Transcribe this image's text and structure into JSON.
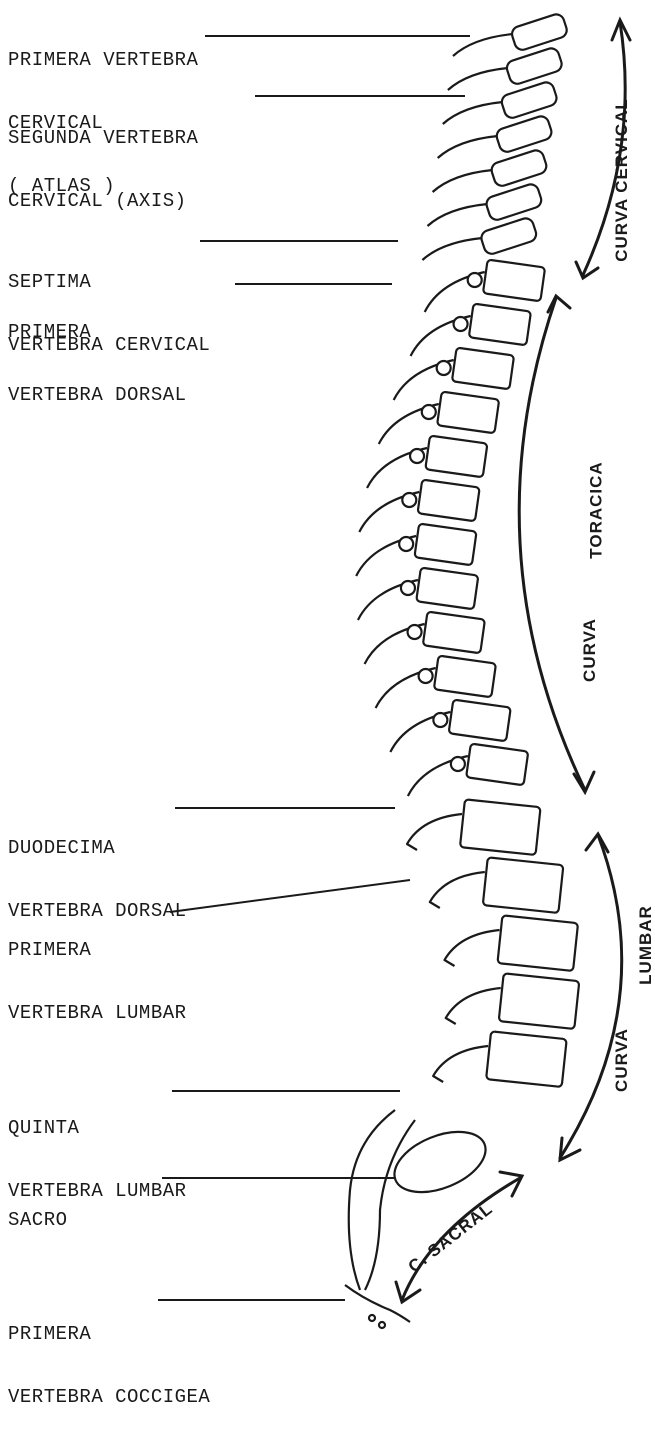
{
  "labels": [
    {
      "id": "atlas",
      "lines": [
        "PRIMERA VERTEBRA",
        "CERVICAL",
        "( ATLAS )"
      ]
    },
    {
      "id": "axis",
      "lines": [
        "SEGUNDA VERTEBRA",
        "CERVICAL (AXIS)"
      ]
    },
    {
      "id": "c7",
      "lines": [
        "SEPTIMA",
        "VERTEBRA CERVICAL"
      ]
    },
    {
      "id": "t1",
      "lines": [
        "PRIMERA",
        "VERTEBRA DORSAL"
      ]
    },
    {
      "id": "t12",
      "lines": [
        "DUODECIMA",
        "VERTEBRA DORSAL"
      ]
    },
    {
      "id": "l1",
      "lines": [
        "PRIMERA",
        "VERTEBRA LUMBAR"
      ]
    },
    {
      "id": "l5",
      "lines": [
        "QUINTA",
        "VERTEBRA LUMBAR"
      ]
    },
    {
      "id": "sacro",
      "lines": [
        "SACRO"
      ]
    },
    {
      "id": "coccyx",
      "lines": [
        "PRIMERA",
        "VERTEBRA COCCIGEA"
      ]
    }
  ],
  "regions": {
    "cervical": "CURVA CERVICAL",
    "toracica_a": "TORACICA",
    "toracica_b": "CURVA",
    "lumbar_a": "LUMBAR",
    "lumbar_b": "CURVA",
    "sacral": "C. SACRAL"
  },
  "colors": {
    "ink": "#1a1a1a",
    "paper": "#ffffff"
  }
}
